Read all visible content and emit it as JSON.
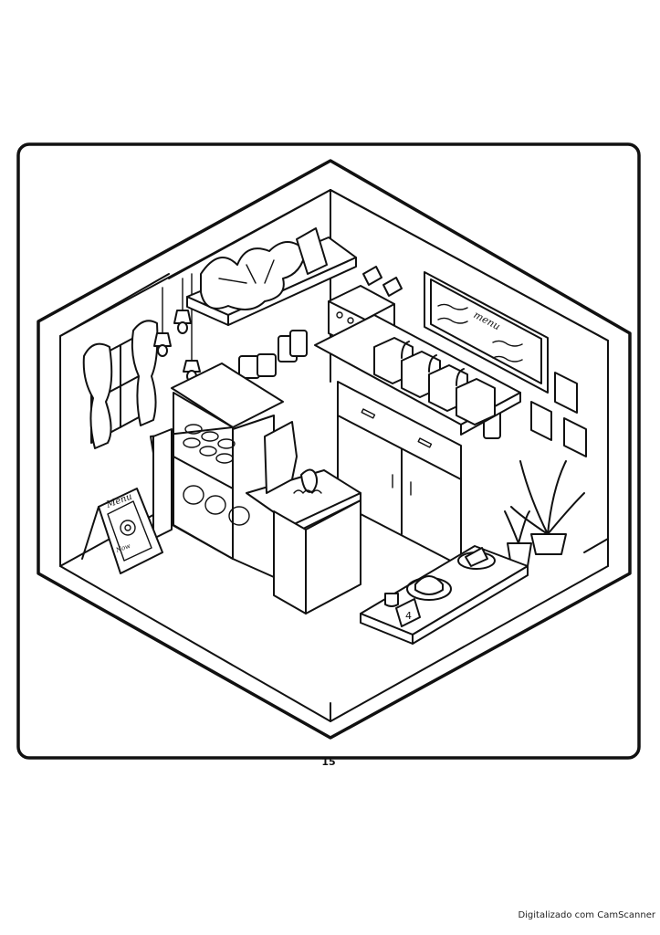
{
  "illustration": {
    "menu_board_text": "menu",
    "sandwich_sign_title": "Menu",
    "sandwich_sign_caption": "Now",
    "table_number": "4"
  },
  "footer": {
    "page_number": "15",
    "scanner_credit": "Digitalizado com CamScanner"
  },
  "colors": {
    "ink": "#111111",
    "paper": "#ffffff"
  }
}
